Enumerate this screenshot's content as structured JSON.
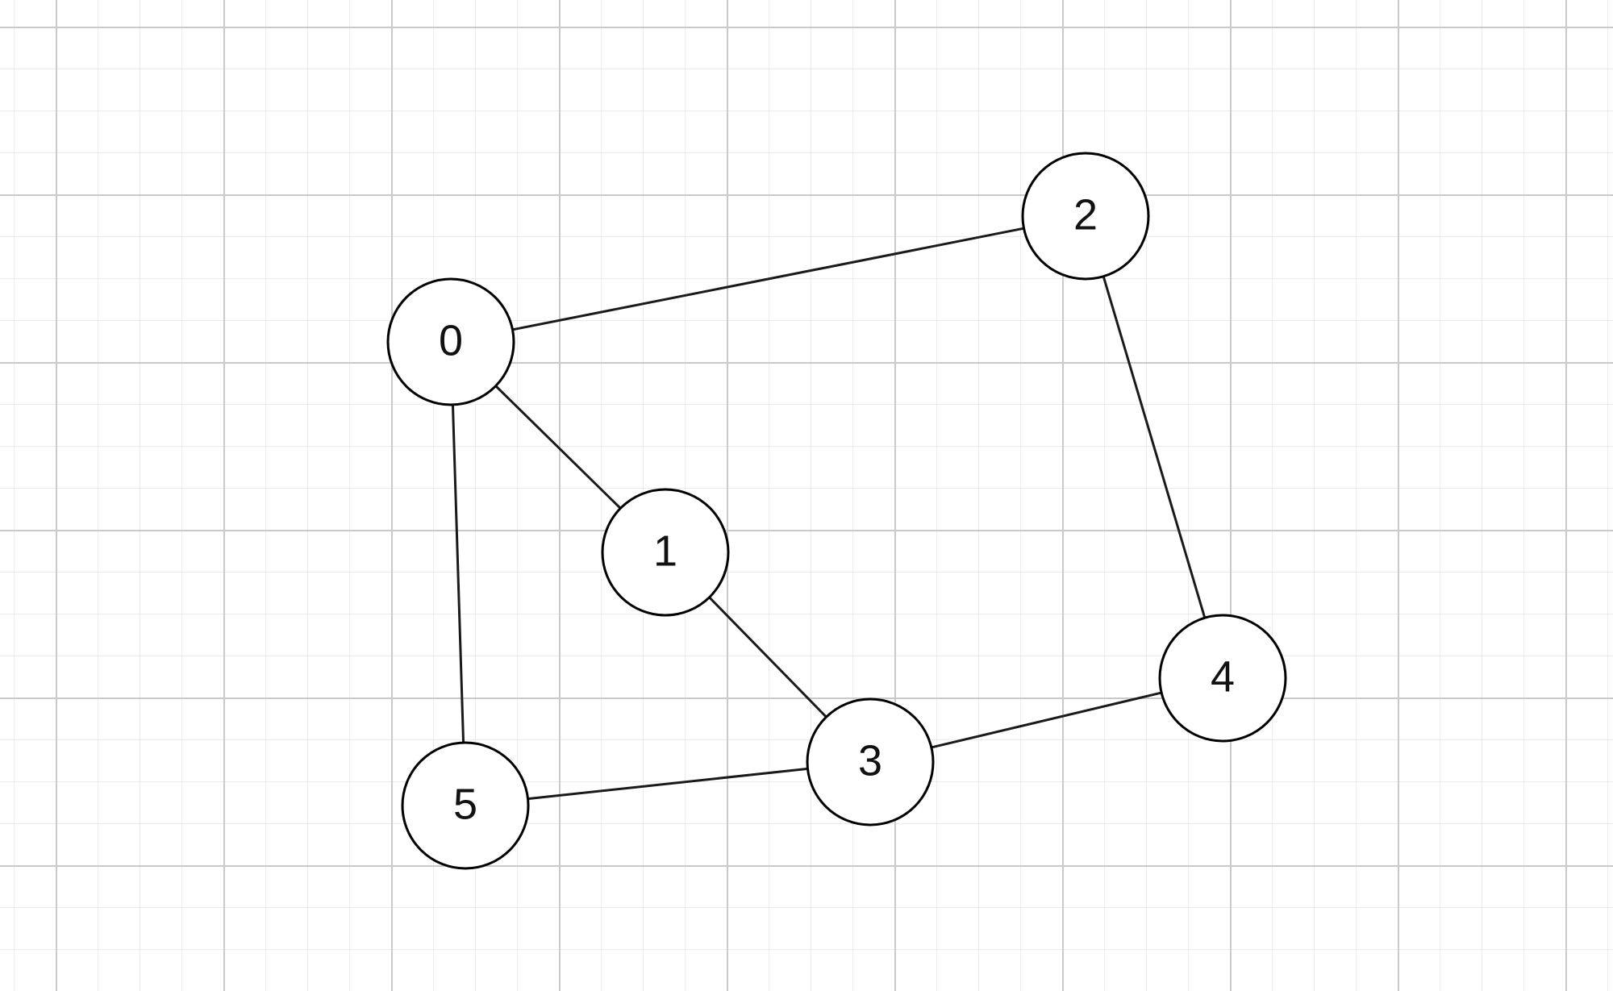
{
  "graph": {
    "nodes": [
      {
        "id": "0",
        "label": "0"
      },
      {
        "id": "1",
        "label": "1"
      },
      {
        "id": "2",
        "label": "2"
      },
      {
        "id": "3",
        "label": "3"
      },
      {
        "id": "4",
        "label": "4"
      },
      {
        "id": "5",
        "label": "5"
      }
    ],
    "edges": [
      {
        "from": "0",
        "to": "2"
      },
      {
        "from": "0",
        "to": "1"
      },
      {
        "from": "0",
        "to": "5"
      },
      {
        "from": "1",
        "to": "3"
      },
      {
        "from": "2",
        "to": "4"
      },
      {
        "from": "3",
        "to": "4"
      },
      {
        "from": "5",
        "to": "3"
      }
    ]
  },
  "colors": {
    "node_stroke": "#000000",
    "node_fill": "#ffffff",
    "edge": "#1a1a1a"
  }
}
